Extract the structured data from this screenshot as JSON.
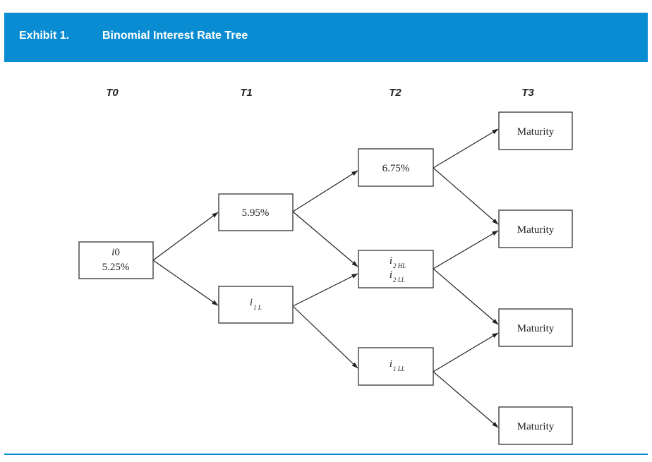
{
  "header": {
    "exhibit_label": "Exhibit 1.",
    "title": "Binomial Interest Rate Tree"
  },
  "colors": {
    "header_bg": "#0a8cd2",
    "header_text": "#ffffff",
    "box_stroke": "#333333",
    "text": "#222222"
  },
  "columns": [
    {
      "label": "T0"
    },
    {
      "label": "T1"
    },
    {
      "label": "T2"
    },
    {
      "label": "T3"
    }
  ],
  "nodes": {
    "t0": {
      "var": "i",
      "var_suffix": "0",
      "value": "5.25%"
    },
    "t1_high": {
      "value": "5.95%"
    },
    "t1_low": {
      "var": "i",
      "sub": "1 L"
    },
    "t2_high": {
      "value": "6.75%"
    },
    "t2_mid": {
      "var": "i",
      "sub_a": "2 HL",
      "sub_b": "2 LL"
    },
    "t2_low": {
      "var": "i",
      "sub": "1 LL"
    },
    "t3_1": {
      "value": "Maturity"
    },
    "t3_2": {
      "value": "Maturity"
    },
    "t3_3": {
      "value": "Maturity"
    },
    "t3_4": {
      "value": "Maturity"
    }
  }
}
